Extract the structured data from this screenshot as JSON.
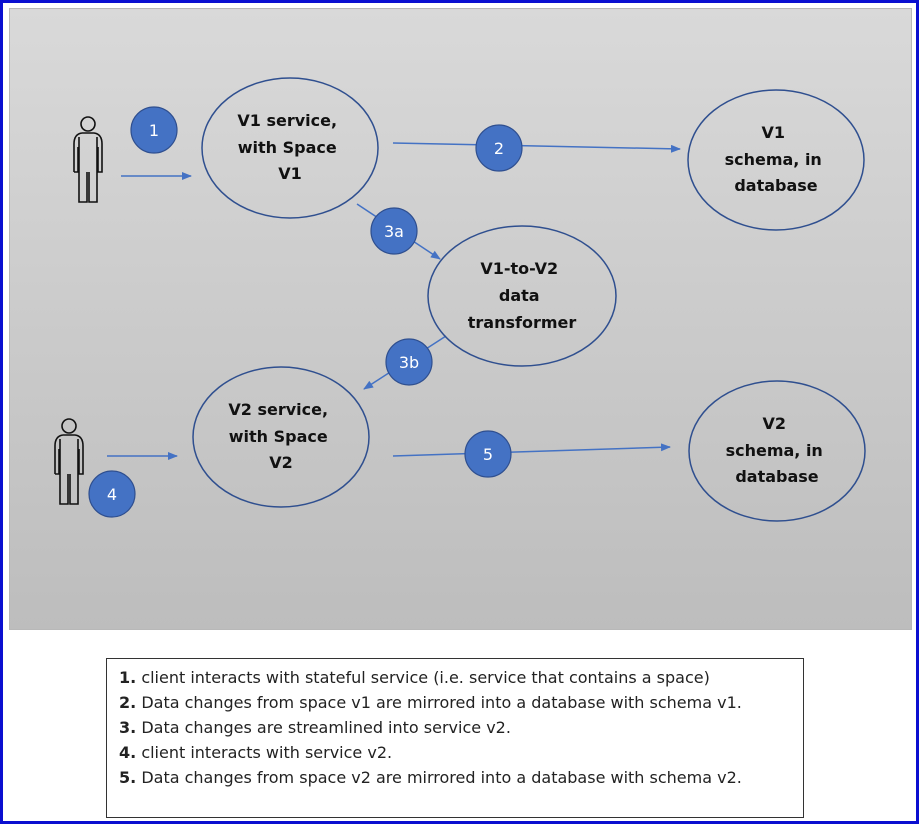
{
  "diagram": {
    "nodes": {
      "v1_service": [
        "V1 service,",
        "with Space",
        "V1"
      ],
      "v1_schema": [
        "V1",
        "schema, in",
        "database"
      ],
      "transformer": [
        "V1-to-V2",
        "data",
        "transformer"
      ],
      "v2_service": [
        "V2 service,",
        "with Space",
        "V2"
      ],
      "v2_schema": [
        "V2",
        "schema, in",
        "database"
      ]
    },
    "steps": {
      "s1": "1",
      "s2": "2",
      "s3a": "3a",
      "s3b": "3b",
      "s4": "4",
      "s5": "5"
    },
    "icons": [
      "person-icon",
      "person-icon",
      "arrow-right-icon"
    ],
    "colors": {
      "frame_border": "#0a0fd0",
      "ellipse_stroke": "#2f4f8f",
      "badge_fill": "#4472c4",
      "arrow": "#4472c4"
    }
  },
  "legend": {
    "items": [
      {
        "num": "1.",
        "text": "client interacts with stateful service (i.e. service that contains a space)"
      },
      {
        "num": "2.",
        "text": "Data changes from space v1 are mirrored into a database with schema v1."
      },
      {
        "num": "3.",
        "text": "Data changes are streamlined into service v2."
      },
      {
        "num": "4.",
        "text": "client interacts with service v2."
      },
      {
        "num": "5.",
        "text": "Data changes from space v2 are mirrored into a database with schema v2."
      }
    ]
  }
}
